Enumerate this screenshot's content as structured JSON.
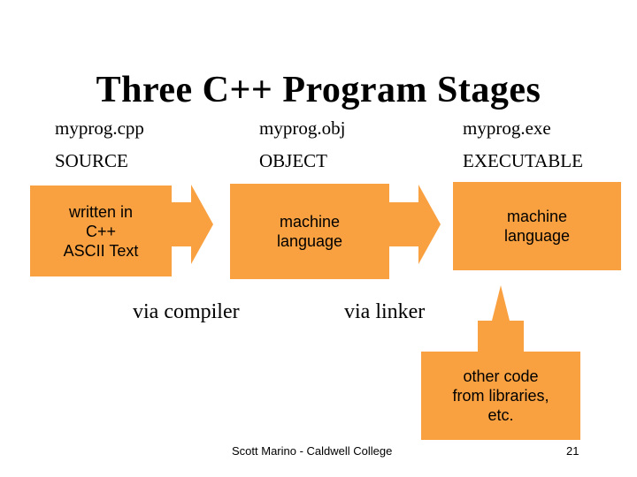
{
  "title": "Three C++ Program Stages",
  "files": [
    "myprog.cpp",
    "myprog.obj",
    "myprog.exe"
  ],
  "stages": [
    "SOURCE",
    "OBJECT",
    "EXECUTABLE"
  ],
  "boxes": {
    "source": [
      "written in",
      "C++",
      "ASCII Text"
    ],
    "object": [
      "machine",
      "language"
    ],
    "executable": [
      "machine",
      "language"
    ],
    "libraries": [
      "other code",
      "from libraries,",
      "etc."
    ]
  },
  "via": {
    "compiler": "via compiler",
    "linker": "via linker"
  },
  "footer": {
    "credit": "Scott Marino - Caldwell College",
    "page": "21"
  },
  "colors": {
    "box": "#f9a141"
  }
}
